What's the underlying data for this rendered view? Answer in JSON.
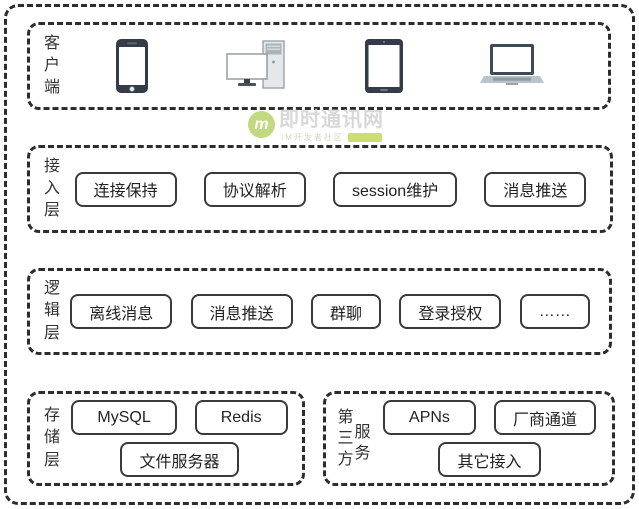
{
  "watermark": {
    "logo_letter": "m",
    "title": "即时通讯网",
    "subtitle": "IM开发者社区",
    "badge_text": "",
    "logo_color": "#b7d36b",
    "badge_color": "#c3d957",
    "title_color": "#d2d2d2"
  },
  "layers": {
    "client": {
      "label": "客户端",
      "icons": [
        "smartphone-icon",
        "desktop-computer-icon",
        "tablet-icon",
        "laptop-icon"
      ]
    },
    "access": {
      "label": "接入层",
      "boxes": [
        "连接保持",
        "协议解析",
        "session维护",
        "消息推送"
      ]
    },
    "logic": {
      "label": "逻辑层",
      "boxes": [
        "离线消息",
        "消息推送",
        "群聊",
        "登录授权",
        "……"
      ]
    },
    "storage": {
      "label": "存储层",
      "boxes_top": [
        "MySQL",
        "Redis"
      ],
      "boxes_bottom": [
        "文件服务器"
      ]
    },
    "third_party": {
      "label_col1": "第三方",
      "label_col2": "服务",
      "boxes_top": [
        "APNs",
        "厂商通道"
      ],
      "boxes_bottom": [
        "其它接入"
      ]
    }
  },
  "colors": {
    "dashed_border": "#2d2d2d",
    "box_border": "#3a3a3a",
    "box_text": "#222222",
    "device_dark": "#333c47",
    "device_light": "#b9c3cb"
  }
}
